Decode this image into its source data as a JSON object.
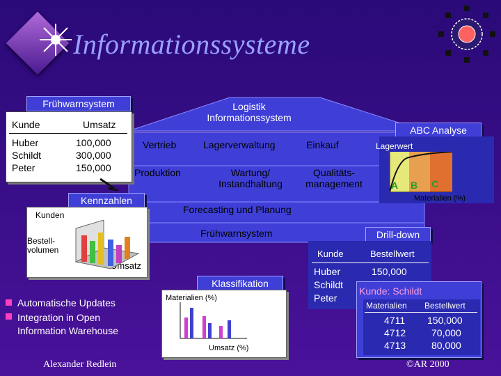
{
  "title": "Informationssysteme",
  "footer_left": "Alexander Redlein",
  "footer_right": "©AR 2000",
  "fruehwarn": {
    "label": "Frühwarnsystem",
    "headers": [
      "Kunde",
      "Umsatz"
    ],
    "rows": [
      [
        "Huber",
        "100,000"
      ],
      [
        "Schildt",
        "300,000"
      ],
      [
        "Peter",
        "150,000"
      ]
    ]
  },
  "kennzahlen": "Kennzahlen",
  "cube": {
    "kunden": "Kunden",
    "bestellvolumen": "Bestell-\nvolumen",
    "umsatz": "Umsatz"
  },
  "logistik": "Logistik Informationssystem",
  "modules": {
    "vertrieb": "Vertrieb",
    "lager": "Lagerverwaltung",
    "einkauf": "Einkauf",
    "produktion": "Produktion",
    "wartung": "Wartung/ Instandhaltung",
    "qualitaet": "Qualitäts- management"
  },
  "forecasting": "Forecasting und Planung",
  "fruehwarn_band": "Frühwarnsystem",
  "abc": {
    "title": "ABC Analyse",
    "ylabel": "Lagerwert",
    "xlabel": "Materialien (%)",
    "classes": [
      "A",
      "B",
      "C"
    ]
  },
  "drilldown": {
    "title": "Drill-down",
    "headers": [
      "Kunde",
      "Bestellwert"
    ],
    "kunde": [
      "Huber",
      "Schildt",
      "Peter"
    ],
    "wert": "150,000",
    "sub_title": "Kunde: Schildt",
    "sub_headers": [
      "Materialien",
      "Bestellwert"
    ],
    "sub_rows": [
      [
        "4711",
        "150,000"
      ],
      [
        "4712",
        "70,000"
      ],
      [
        "4713",
        "80,000"
      ]
    ]
  },
  "klassifikation": {
    "title": "Klassifikation",
    "ylabel": "Materialien (%)",
    "xlabel": "Umsatz (%)"
  },
  "bullets": [
    "Automatische Updates",
    "Integration in Open Information Warehouse"
  ]
}
